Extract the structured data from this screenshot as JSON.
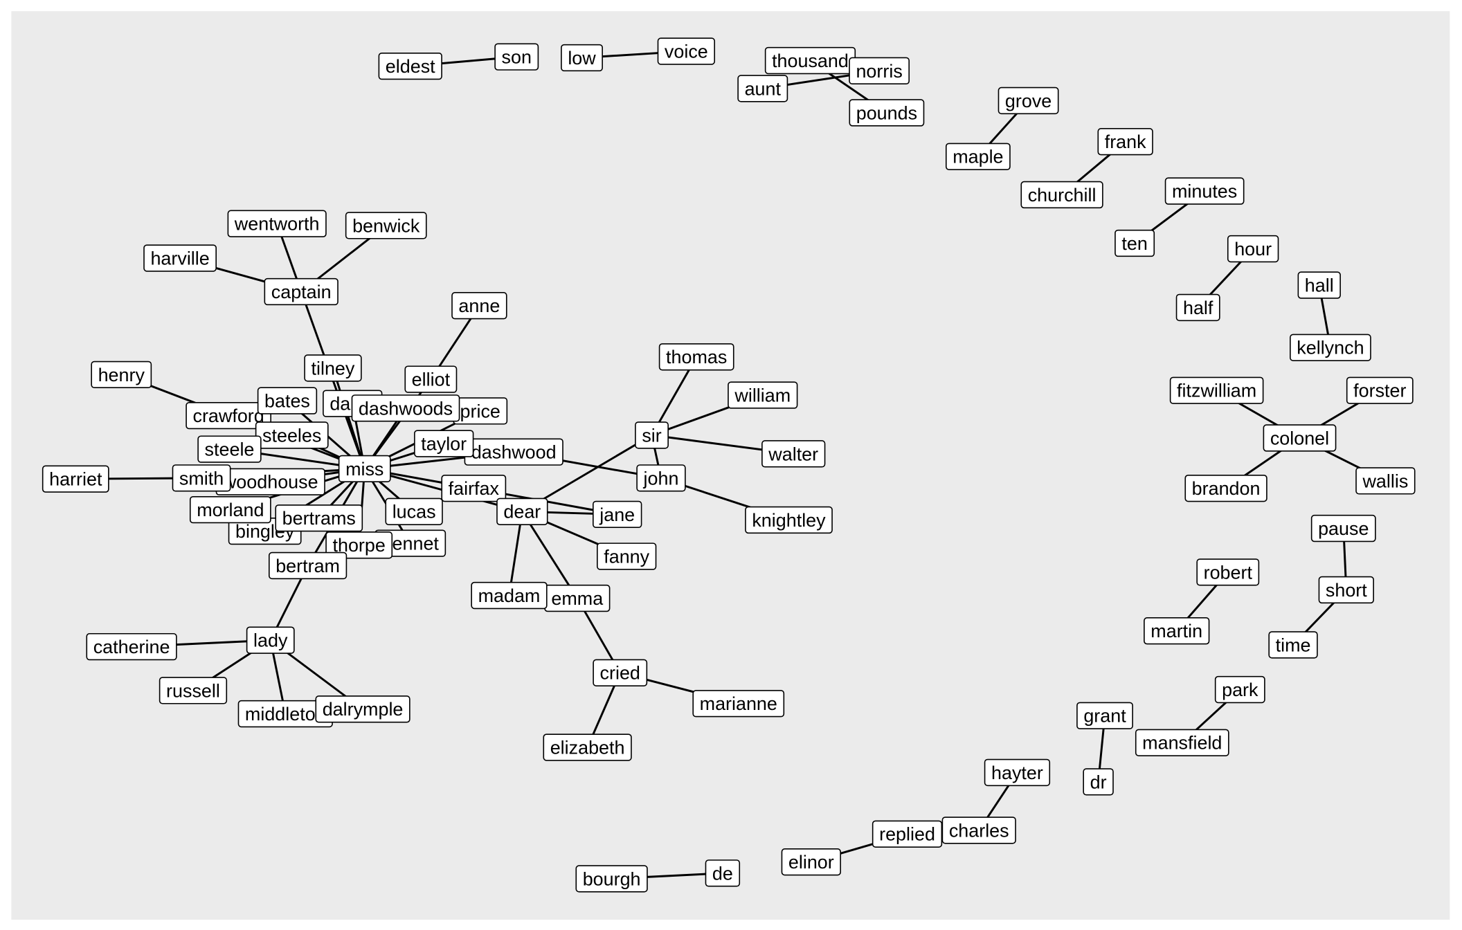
{
  "chart_data": {
    "type": "network",
    "title": "",
    "nodes": [
      "eldest",
      "son",
      "low",
      "voice",
      "thousand",
      "norris",
      "aunt",
      "pounds",
      "grove",
      "maple",
      "frank",
      "churchill",
      "minutes",
      "ten",
      "hour",
      "half",
      "hall",
      "kellynch",
      "fitzwilliam",
      "forster",
      "colonel",
      "brandon",
      "wallis",
      "pause",
      "short",
      "time",
      "robert",
      "martin",
      "park",
      "mansfield",
      "grant",
      "dr",
      "hayter",
      "charles",
      "replied",
      "elinor",
      "bourgh",
      "de",
      "wentworth",
      "benwick",
      "harville",
      "captain",
      "anne",
      "henry",
      "tilney",
      "elliot",
      "crawford",
      "bates",
      "darcy",
      "price",
      "dashwoods",
      "steeles",
      "steele",
      "dashwood",
      "taylor",
      "harriet",
      "woodhouse",
      "smith",
      "bingley",
      "morland",
      "bennet",
      "lucas",
      "bertrams",
      "thorpe",
      "bertram",
      "fairfax",
      "thomas",
      "william",
      "walter",
      "sir",
      "john",
      "knightley",
      "jane",
      "fanny",
      "emma",
      "madam",
      "dear",
      "cried",
      "marianne",
      "elizabeth",
      "catherine",
      "russell",
      "middleton",
      "dalrymple",
      "lady",
      "miss"
    ],
    "edges": [
      [
        "eldest",
        "son"
      ],
      [
        "low",
        "voice"
      ],
      [
        "thousand",
        "pounds"
      ],
      [
        "aunt",
        "norris"
      ],
      [
        "grove",
        "maple"
      ],
      [
        "frank",
        "churchill"
      ],
      [
        "minutes",
        "ten"
      ],
      [
        "hour",
        "half"
      ],
      [
        "hall",
        "kellynch"
      ],
      [
        "colonel",
        "fitzwilliam"
      ],
      [
        "colonel",
        "forster"
      ],
      [
        "colonel",
        "brandon"
      ],
      [
        "colonel",
        "wallis"
      ],
      [
        "pause",
        "short"
      ],
      [
        "short",
        "time"
      ],
      [
        "robert",
        "martin"
      ],
      [
        "park",
        "mansfield"
      ],
      [
        "grant",
        "dr"
      ],
      [
        "hayter",
        "charles"
      ],
      [
        "replied",
        "elinor"
      ],
      [
        "bourgh",
        "de"
      ],
      [
        "captain",
        "wentworth"
      ],
      [
        "captain",
        "benwick"
      ],
      [
        "captain",
        "harville"
      ],
      [
        "captain",
        "miss"
      ],
      [
        "tilney",
        "miss"
      ],
      [
        "anne",
        "elliot"
      ],
      [
        "elliot",
        "miss"
      ],
      [
        "henry",
        "crawford"
      ],
      [
        "crawford",
        "miss"
      ],
      [
        "bates",
        "miss"
      ],
      [
        "darcy",
        "miss"
      ],
      [
        "dashwoods",
        "miss"
      ],
      [
        "price",
        "miss"
      ],
      [
        "steeles",
        "miss"
      ],
      [
        "steele",
        "miss"
      ],
      [
        "taylor",
        "miss"
      ],
      [
        "dashwood",
        "miss"
      ],
      [
        "harriet",
        "smith"
      ],
      [
        "smith",
        "miss"
      ],
      [
        "woodhouse",
        "miss"
      ],
      [
        "morland",
        "miss"
      ],
      [
        "bingley",
        "miss"
      ],
      [
        "bertrams",
        "miss"
      ],
      [
        "lucas",
        "miss"
      ],
      [
        "bennet",
        "miss"
      ],
      [
        "thorpe",
        "miss"
      ],
      [
        "bertram",
        "miss"
      ],
      [
        "fairfax",
        "miss"
      ],
      [
        "miss",
        "dear"
      ],
      [
        "fairfax",
        "jane"
      ],
      [
        "lady",
        "bertram"
      ],
      [
        "lady",
        "catherine"
      ],
      [
        "lady",
        "russell"
      ],
      [
        "lady",
        "middleton"
      ],
      [
        "lady",
        "dalrymple"
      ],
      [
        "dear",
        "jane"
      ],
      [
        "dear",
        "fanny"
      ],
      [
        "dear",
        "madam"
      ],
      [
        "dear",
        "emma"
      ],
      [
        "emma",
        "cried"
      ],
      [
        "cried",
        "marianne"
      ],
      [
        "cried",
        "elizabeth"
      ],
      [
        "dear",
        "sir"
      ],
      [
        "sir",
        "thomas"
      ],
      [
        "sir",
        "william"
      ],
      [
        "sir",
        "walter"
      ],
      [
        "sir",
        "john"
      ],
      [
        "dashwood",
        "john"
      ],
      [
        "john",
        "knightley"
      ]
    ],
    "colors": {
      "panel": "#EBEBEB",
      "edge": "#000000",
      "label_fill": "#FFFFFF"
    }
  }
}
